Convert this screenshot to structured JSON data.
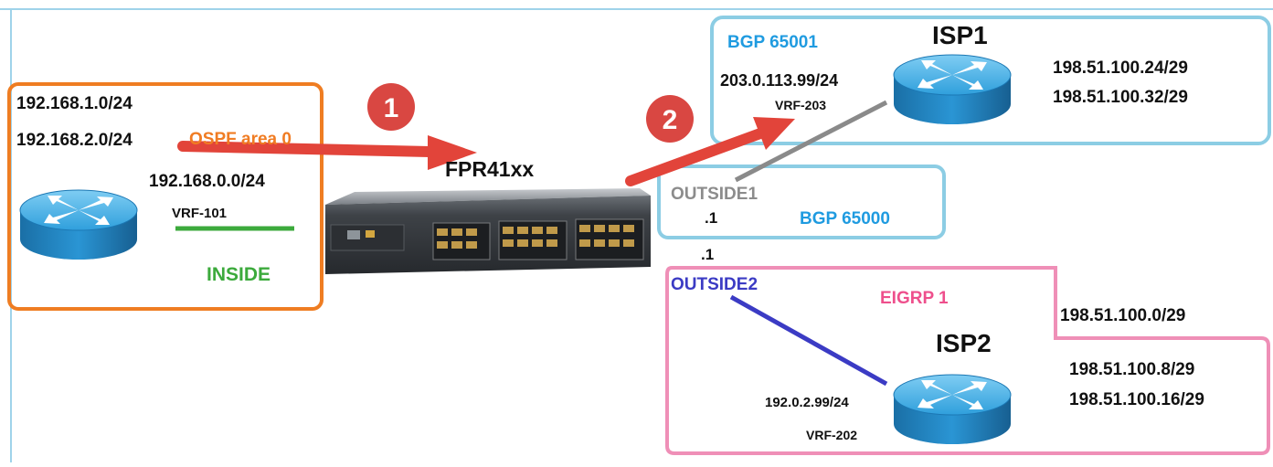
{
  "colors": {
    "frame": "#9fd3ea",
    "inside_box": "#ef7d22",
    "isp1_box": "#8ccde4",
    "bgp65000_box": "#8ccde4",
    "isp2_box": "#ef8fb7",
    "arrow": "#e2443a",
    "badge": "#d94742",
    "inside_link": "#3caa3c",
    "outside1_link": "#8a8a8a",
    "outside2_link": "#3b3bc4",
    "ospf_text": "#f07c23",
    "bgp_text": "#1f9be0",
    "eigrp_text": "#ee4f8c",
    "inside_text": "#3caa3c",
    "outside1_text": "#8c8c8c",
    "outside2_text": "#3b3bc4",
    "router_body": "#1e8fd0",
    "router_top": "#5bb9ea"
  },
  "left": {
    "net1": "192.168.1.0/24",
    "net2": "192.168.2.0/24",
    "ospf": "OSPF area 0",
    "net0": "192.168.0.0/24",
    "vrf": "VRF-101",
    "inside": "INSIDE",
    "router_icon": "router-icon"
  },
  "center": {
    "device": "FPR41xx",
    "badge1": "1",
    "badge2": "2",
    "device_icon": "firewall-appliance-icon"
  },
  "outside1": {
    "label": "OUTSIDE1",
    "ip": ".1",
    "bgp": "BGP 65000"
  },
  "isp1": {
    "bgp": "BGP 65001",
    "title": "ISP1",
    "ip": "203.0.113.99/24",
    "vrf": "VRF-203",
    "net1": "198.51.100.24/29",
    "net2": "198.51.100.32/29",
    "router_icon": "router-icon"
  },
  "outside2": {
    "ip": ".1",
    "label": "OUTSIDE2"
  },
  "isp2": {
    "eigrp": "EIGRP 1",
    "net0": "198.51.100.0/29",
    "title": "ISP2",
    "net1": "198.51.100.8/29",
    "net2": "198.51.100.16/29",
    "ip": "192.0.2.99/24",
    "vrf": "VRF-202",
    "router_icon": "router-icon"
  }
}
